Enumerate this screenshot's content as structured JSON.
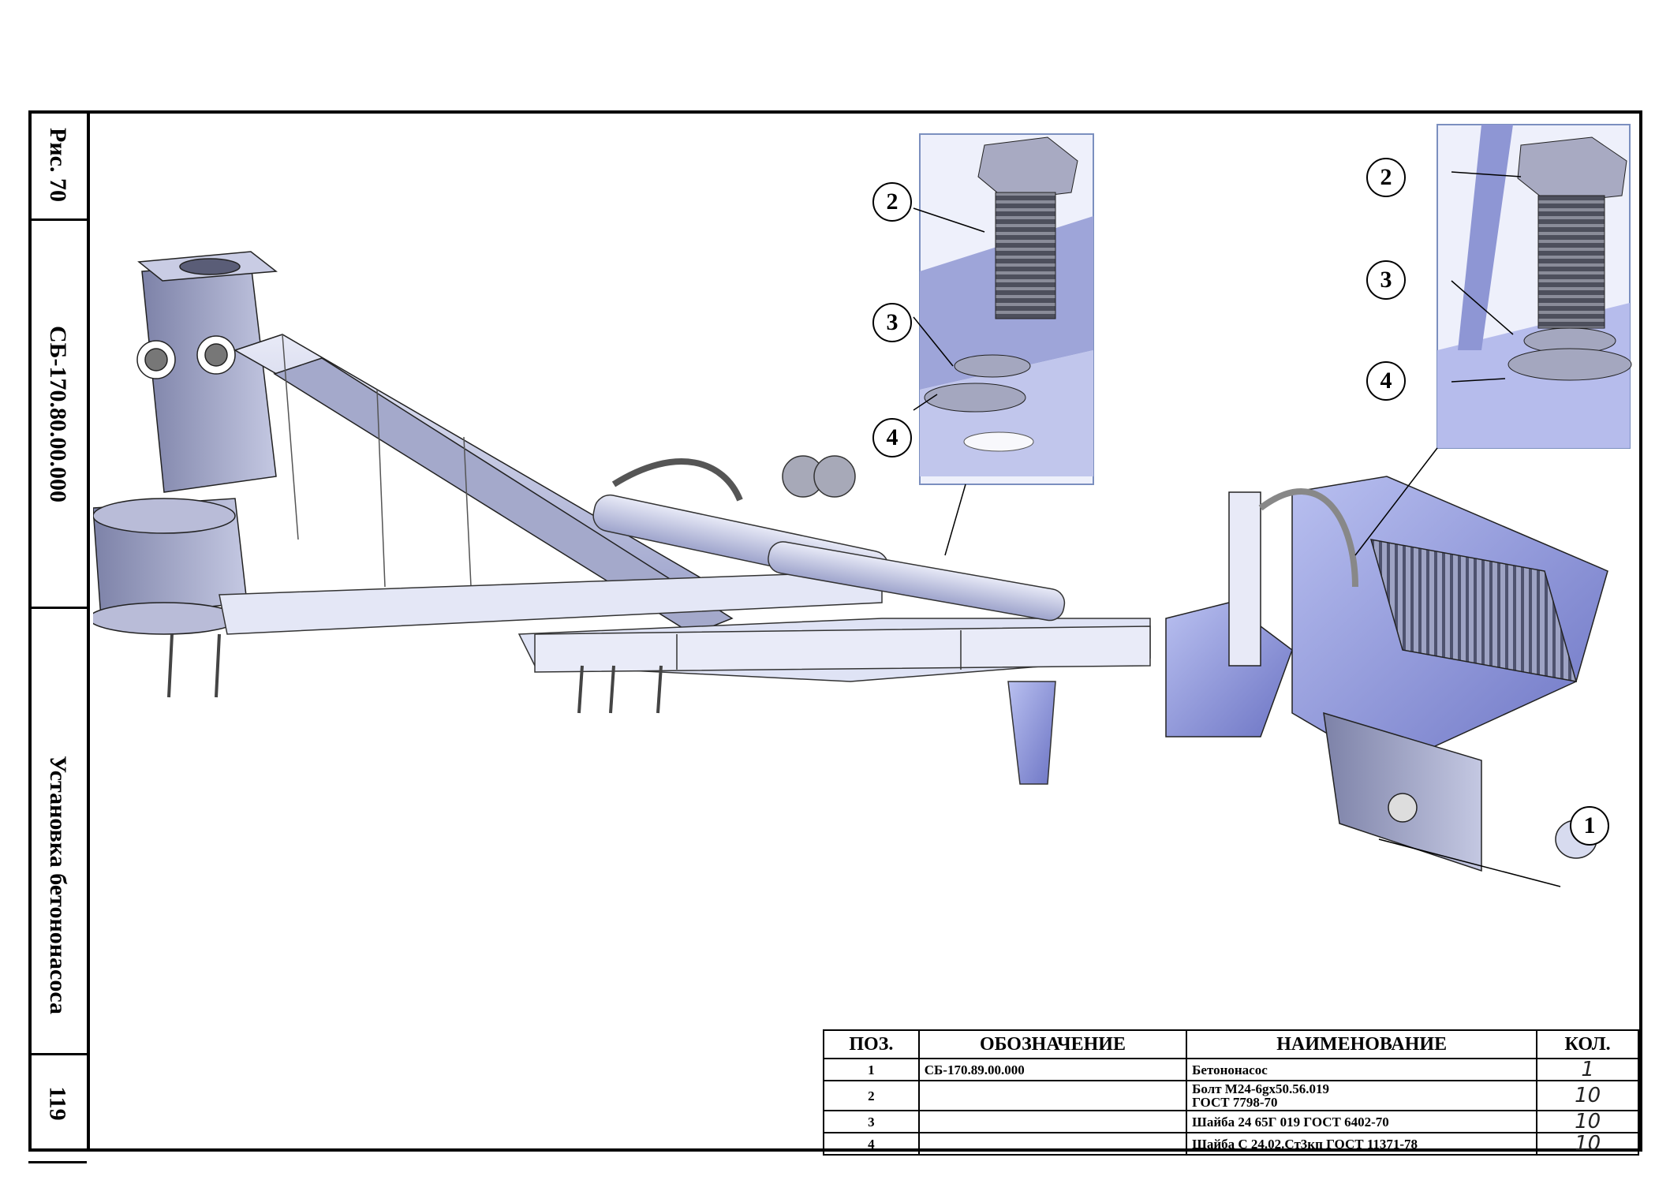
{
  "sidebar": {
    "figure": "Рис. 70",
    "designation": "СБ-170.80.00.000",
    "title": "Установка бетононасоса",
    "page": "119"
  },
  "callouts": {
    "c1": "1",
    "left_inset": {
      "c2": "2",
      "c3": "3",
      "c4": "4"
    },
    "right_inset": {
      "c2": "2",
      "c3": "3",
      "c4": "4"
    }
  },
  "spec_table": {
    "headers": {
      "pos": "ПОЗ.",
      "designation": "ОБОЗНАЧЕНИЕ",
      "name": "НАИМЕНОВАНИЕ",
      "qty": "КОЛ."
    },
    "rows": [
      {
        "pos": "1",
        "designation": "СБ-170.89.00.000",
        "name_line1": "Бетононасос",
        "name_line2": "",
        "qty": "1"
      },
      {
        "pos": "2",
        "designation": "",
        "name_line1": "Болт М24-6gx50.56.019",
        "name_line2": "ГОСТ 7798-70",
        "qty": "10"
      },
      {
        "pos": "3",
        "designation": "",
        "name_line1": "Шайба 24 65Г 019 ГОСТ 6402-70",
        "name_line2": "",
        "qty": "10"
      },
      {
        "pos": "4",
        "designation": "",
        "name_line1": "Шайба С 24.02.Ст3кп ГОСТ 11371-78",
        "name_line2": "",
        "qty": "10"
      }
    ]
  },
  "colors": {
    "metal": "#c9cde8",
    "metal_dark": "#8a90b8",
    "frame": "#dfe3f5",
    "line": "#000000"
  }
}
